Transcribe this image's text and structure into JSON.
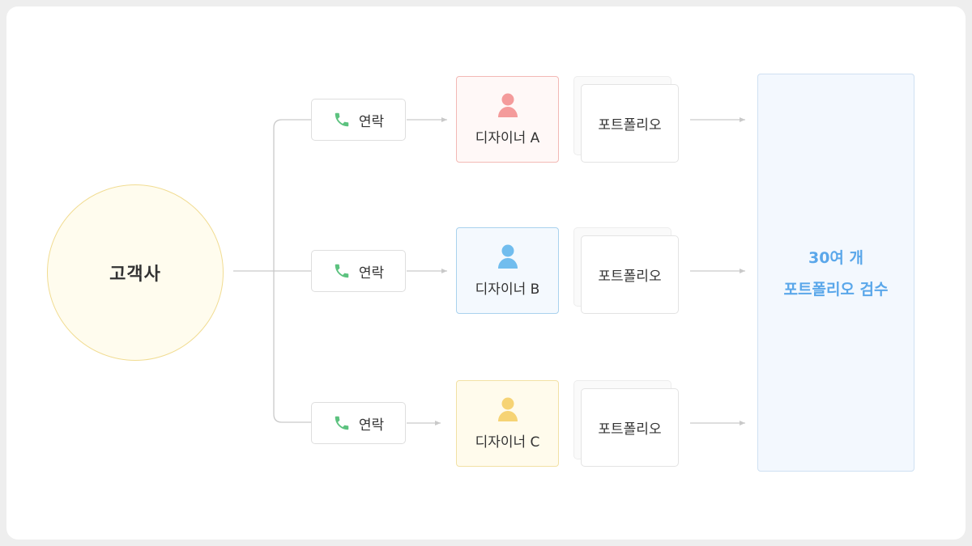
{
  "client": {
    "label": "고객사"
  },
  "rows": [
    {
      "contact": "연락",
      "designer": "디자이너 A",
      "portfolio": "포트폴리오",
      "tone": "red"
    },
    {
      "contact": "연락",
      "designer": "디자이너 B",
      "portfolio": "포트폴리오",
      "tone": "blue"
    },
    {
      "contact": "연락",
      "designer": "디자이너 C",
      "portfolio": "포트폴리오",
      "tone": "yellow"
    }
  ],
  "review": {
    "line1": "30여 개",
    "line2": "포트폴리오 검수"
  },
  "icons": {
    "contact": "phone-icon",
    "designer": "person-icon"
  },
  "colors": {
    "phone": "#5cc27f",
    "red_fill": "#fff8f7",
    "red_border": "#f3b9b5",
    "red_icon": "#f49b9b",
    "blue_fill": "#f4f9fe",
    "blue_border": "#a9d2ee",
    "blue_icon": "#71bdee",
    "yellow_fill": "#fffbec",
    "yellow_border": "#f2e1a5",
    "yellow_icon": "#f6d374",
    "review_text": "#5aa7ea",
    "line": "#c9c9c9"
  }
}
